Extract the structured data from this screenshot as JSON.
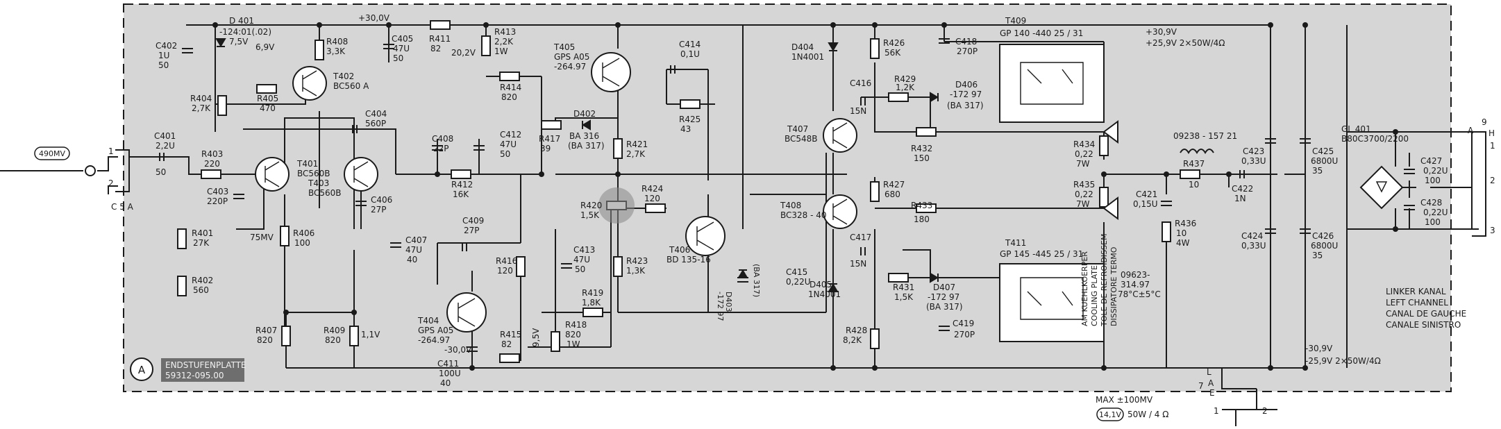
{
  "board": {
    "id_letter": "A",
    "name": "ENDSTUFENPLATTE",
    "part_no": "59312-095.00",
    "background": "#d6d6d6",
    "label_bg": "#6e6e6e"
  },
  "input": {
    "signal_level": "490MV",
    "connector_pins": [
      "1",
      "2"
    ],
    "connector_ref": "C 5 A"
  },
  "supply_rails": {
    "pos_top": "+30,0V",
    "out_pos_1": "+30,9V",
    "out_pos_2": "+25,9V  2×50W/4Ω",
    "out_neg_1": "-30,9V",
    "out_neg_2": "-25,9V  2×50W/4Ω"
  },
  "voltages": {
    "v_6_9": "6,9V",
    "v_20_2": "20,2V",
    "v_75mv": "75MV",
    "v_1_1": "1,1V",
    "v_30_0_neg": "-30,0V",
    "v_9_5": "9,5V"
  },
  "components": {
    "d401": [
      "D 401",
      "-124:01(.02)",
      "7,5V"
    ],
    "c402": [
      "C402",
      "1U",
      "50"
    ],
    "r404": [
      "R404",
      "2,7K"
    ],
    "r408": [
      "R408",
      "3,3K"
    ],
    "t402": [
      "T402",
      "BC560 A"
    ],
    "r405": [
      "R405",
      "470"
    ],
    "c405": [
      "C405",
      "47U",
      "50"
    ],
    "r411": [
      "R411",
      "82"
    ],
    "r413": [
      "R413",
      "2,2K",
      "1W"
    ],
    "r414": [
      "R414",
      "820"
    ],
    "t405": [
      "T405",
      "GPS A05",
      "-264.97"
    ],
    "c414": [
      "C414",
      "0,1U"
    ],
    "d404": [
      "D404",
      "1N4001"
    ],
    "r426": [
      "R426",
      "56K"
    ],
    "c418": [
      "C418",
      "270P"
    ],
    "t409": [
      "T409",
      "GP 140 -440 25 / 31"
    ],
    "c404": [
      "C404",
      "560P"
    ],
    "c401": [
      "C401",
      "2,2U",
      "50"
    ],
    "r403": [
      "R403",
      "220"
    ],
    "t401": [
      "T401",
      "BC560B"
    ],
    "t403": [
      "T403",
      "BC560B"
    ],
    "c403": [
      "C403",
      "220P"
    ],
    "c406": [
      "C406",
      "27P"
    ],
    "c408": [
      "C408",
      "22P"
    ],
    "c412": [
      "C412",
      "47U",
      "50"
    ],
    "r412": [
      "R412",
      "16K"
    ],
    "d402": [
      "D402",
      "BA 316",
      "(BA 317)"
    ],
    "r417": [
      "R417",
      "39"
    ],
    "r421": [
      "R421",
      "2,7K"
    ],
    "r425": [
      "R425",
      "43"
    ],
    "c416": [
      "C416",
      "15N"
    ],
    "r429": [
      "R429",
      "1,2K"
    ],
    "d406": [
      "D406",
      "-172 97",
      "(BA 317)"
    ],
    "t407": [
      "T407",
      "BC548B"
    ],
    "r432": [
      "R432",
      "150"
    ],
    "r434": [
      "R434",
      "0,22",
      "7W"
    ],
    "l_coil": [
      "09238 - 157 21"
    ],
    "r437": [
      "R437",
      "10"
    ],
    "c422": [
      "C422",
      "1N"
    ],
    "c423": [
      "C423",
      "0,33U"
    ],
    "c425": [
      "C425",
      "6800U",
      "35"
    ],
    "gl401": [
      "GL 401",
      "B80C3700/2200"
    ],
    "c427": [
      "C427",
      "0,22U",
      "100"
    ],
    "c428": [
      "C428",
      "0,22U",
      "100"
    ],
    "r401": [
      "R401",
      "27K"
    ],
    "r402": [
      "R402",
      "560"
    ],
    "r406": [
      "R406",
      "100"
    ],
    "c407": [
      "C407",
      "47U",
      "40"
    ],
    "c409": [
      "C409",
      "27P"
    ],
    "r416": [
      "R416",
      "120"
    ],
    "r420": [
      "R420",
      "1,5K"
    ],
    "r424": [
      "R424",
      "120"
    ],
    "c413": [
      "C413",
      "47U",
      "50"
    ],
    "r423": [
      "R423",
      "1,3K"
    ],
    "t406": [
      "T406",
      "BD 135-16"
    ],
    "d403": [
      "D403",
      "-172 97",
      "(BA 317)"
    ],
    "c415": [
      "C415",
      "0,22U"
    ],
    "r427": [
      "R427",
      "680"
    ],
    "t408": [
      "T408",
      "BC328 - 40"
    ],
    "r433": [
      "R433",
      "180"
    ],
    "r435": [
      "R435",
      "0,22",
      "7W"
    ],
    "c421": [
      "C421",
      "0,15U"
    ],
    "r436": [
      "R436",
      "10",
      "4W"
    ],
    "c424": [
      "C424",
      "0,33U"
    ],
    "c426": [
      "C426",
      "6800U",
      "35"
    ],
    "t411": [
      "T411",
      "GP 145 -445 25 / 31"
    ],
    "c417": [
      "C417",
      "15N"
    ],
    "r431": [
      "R431",
      "1,5K"
    ],
    "d407": [
      "D407",
      "-172 97",
      "(BA 317)"
    ],
    "d405": [
      "D405",
      "1N4001"
    ],
    "c419": [
      "C419",
      "270P"
    ],
    "r428": [
      "R428",
      "8,2K"
    ],
    "thermo_part": [
      "09623-",
      "314.97",
      "78°C±5°C"
    ],
    "r407": [
      "R407",
      "820"
    ],
    "r409": [
      "R409",
      "820"
    ],
    "t404": [
      "T404",
      "GPS A05",
      "-264.97"
    ],
    "r415": [
      "R415",
      "82"
    ],
    "r419": [
      "R419",
      "1,8K"
    ],
    "r418": [
      "R418",
      "820",
      "1W"
    ],
    "c411": [
      "C411",
      "100U",
      "40"
    ]
  },
  "thermo_note": [
    "AM KUEHLKOERPER",
    "COOLING PLATE",
    "TOLE DE REFROIDISSEM",
    "DISSIPATORE TERMO"
  ],
  "channel_note": [
    "LINKER KANAL",
    "LEFT CHANNEL",
    "CANAL DE GAUCHE",
    "CANALE SINISTRO"
  ],
  "output_connector": {
    "ref_top": [
      "9",
      "A",
      "H"
    ],
    "pins": [
      "1",
      "2",
      "3"
    ],
    "ref_bottom": [
      "7",
      "A",
      "E",
      "L"
    ],
    "max_label": "MAX ±100MV",
    "out_level": "14,1V",
    "out_power": "50W / 4 Ω",
    "out_pins": [
      "1",
      "2"
    ]
  }
}
